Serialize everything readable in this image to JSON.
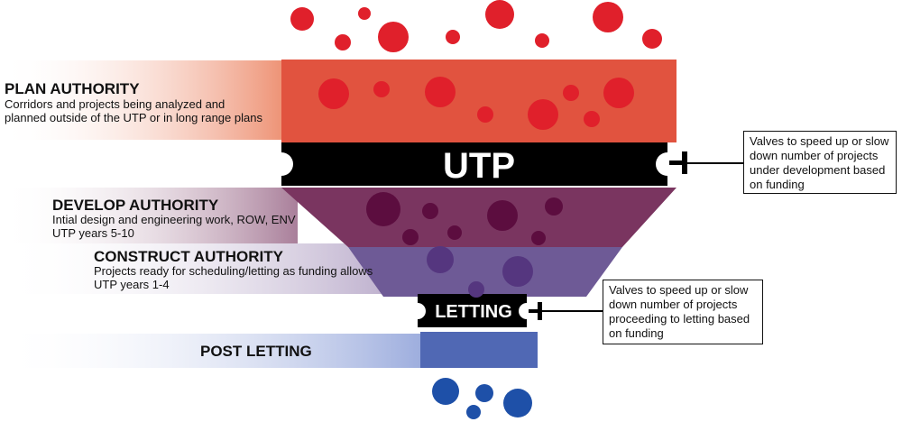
{
  "stages": {
    "plan": {
      "title": "PLAN AUTHORITY",
      "line1": "Corridors and projects being analyzed and",
      "line2": "planned outside of the UTP or in long range plans"
    },
    "develop": {
      "title": "DEVELOP AUTHORITY",
      "line1": "Intial design and engineering work, ROW, ENV",
      "line2": "UTP years 5-10"
    },
    "construct": {
      "title": "CONSTRUCT AUTHORITY",
      "line1": "Projects ready for scheduling/letting as funding allows",
      "line2": "UTP years 1-4"
    },
    "post": {
      "title": "POST LETTING"
    }
  },
  "bars": {
    "utp": "UTP",
    "letting": "LETTING"
  },
  "notes": {
    "utp_valve": [
      "Valves to speed up or slow",
      "down number of projects",
      "under development based",
      "on funding"
    ],
    "letting_valve": [
      "Valves to speed up or slow",
      "down number of projects",
      "proceeding to letting based",
      "on funding"
    ]
  },
  "colors": {
    "plan": "#e1533f",
    "plan_bubble": "#e0202b",
    "develop": "#7a3560",
    "develop_bubble": "#5c0d3f",
    "construct": "#6e5a96",
    "construct_bubble": "#55367f",
    "post": "#5068b4",
    "post_bubble": "#1e50a8",
    "bar": "#000000"
  }
}
